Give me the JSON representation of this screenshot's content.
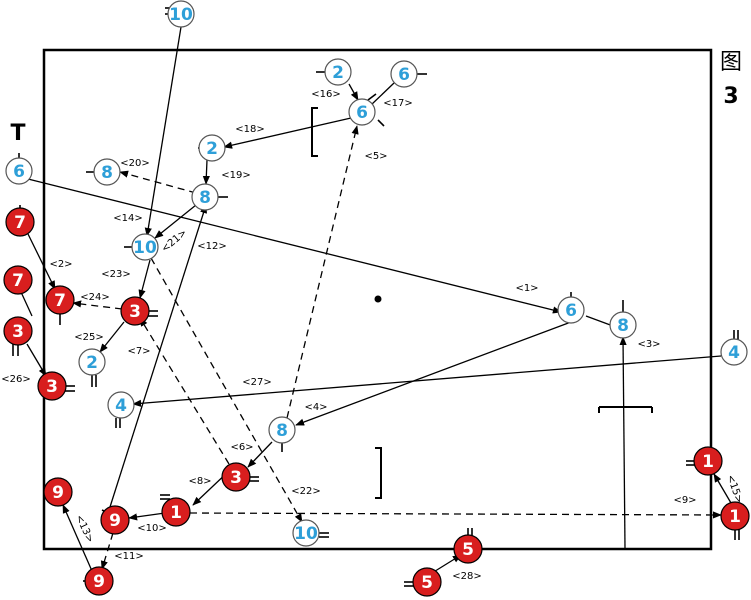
{
  "figure": {
    "title_char": "图",
    "title_num": "3",
    "colors": {
      "team_a": "#2e9fd8",
      "team_b": "#d81e1e",
      "line": "#000000"
    }
  },
  "players": [
    {
      "n": "10",
      "team": "a"
    },
    {
      "n": "2",
      "team": "a"
    },
    {
      "n": "6",
      "team": "a"
    },
    {
      "n": "6",
      "team": "a"
    },
    {
      "n": "6",
      "team": "a"
    },
    {
      "n": "2",
      "team": "a"
    },
    {
      "n": "8",
      "team": "a"
    },
    {
      "n": "8",
      "team": "a"
    },
    {
      "n": "6",
      "team": "a"
    },
    {
      "n": "10",
      "team": "a"
    },
    {
      "n": "7",
      "team": "b"
    },
    {
      "n": "7",
      "team": "b"
    },
    {
      "n": "7",
      "team": "b"
    },
    {
      "n": "3",
      "team": "b"
    },
    {
      "n": "3",
      "team": "b"
    },
    {
      "n": "3",
      "team": "b"
    },
    {
      "n": "2",
      "team": "a"
    },
    {
      "n": "6",
      "team": "a"
    },
    {
      "n": "8",
      "team": "a"
    },
    {
      "n": "4",
      "team": "a"
    },
    {
      "n": "4",
      "team": "a"
    },
    {
      "n": "8",
      "team": "a"
    },
    {
      "n": "3",
      "team": "b"
    },
    {
      "n": "1",
      "team": "b"
    },
    {
      "n": "9",
      "team": "b"
    },
    {
      "n": "9",
      "team": "b"
    },
    {
      "n": "9",
      "team": "b"
    },
    {
      "n": "10",
      "team": "a"
    },
    {
      "n": "5",
      "team": "b"
    },
    {
      "n": "5",
      "team": "b"
    },
    {
      "n": "1",
      "team": "b"
    },
    {
      "n": "1",
      "team": "b"
    }
  ],
  "labels": [
    "<1>",
    "<2>",
    "<3>",
    "<4>",
    "<5>",
    "<6>",
    "<7>",
    "<8>",
    "<9>",
    "<10>",
    "<11>",
    "<12>",
    "<13>",
    "<14>",
    "<15>",
    "<16>",
    "<17>",
    "<18>",
    "<19>",
    "<20>",
    "<21>",
    "<22>",
    "<23>",
    "<24>",
    "<25>",
    "<26>",
    "<27>",
    "<28>"
  ],
  "t_marker": "T"
}
